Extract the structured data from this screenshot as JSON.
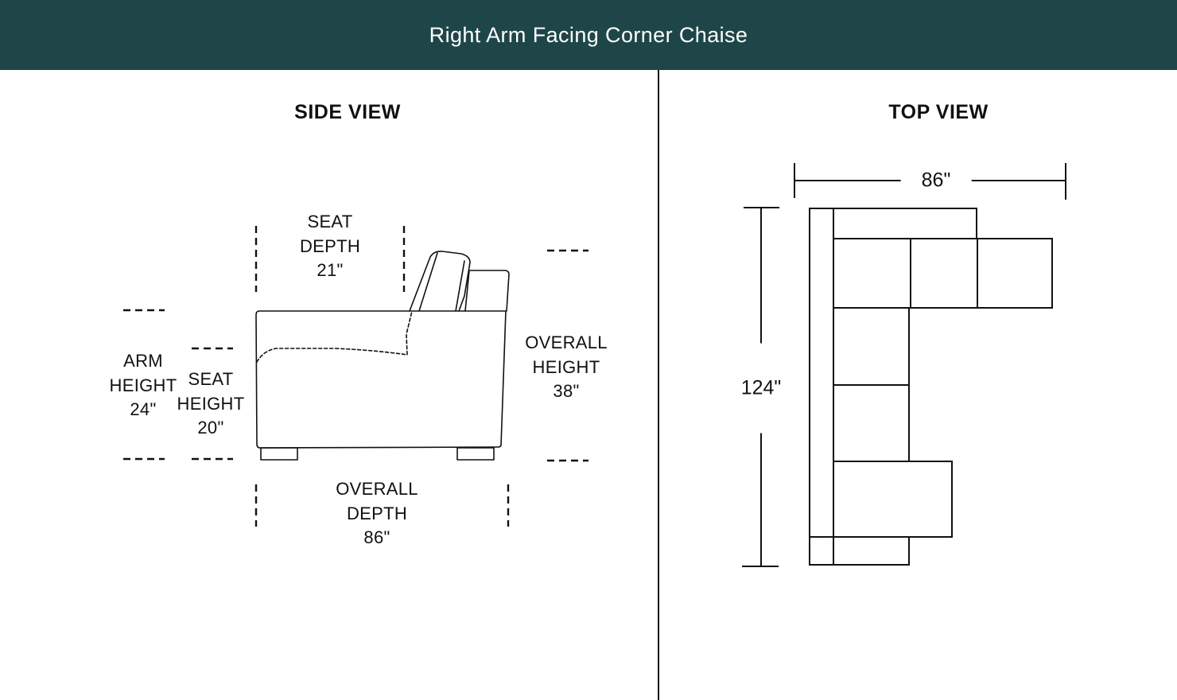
{
  "header": {
    "title": "Right Arm Facing Corner Chaise"
  },
  "colors": {
    "header_bg": "#1e4648",
    "header_text": "#ffffff",
    "line": "#111111"
  },
  "side_view": {
    "title": "SIDE VIEW",
    "seat_depth": {
      "line1": "SEAT",
      "line2": "DEPTH",
      "value": "21\""
    },
    "arm_height": {
      "line1": "ARM",
      "line2": "HEIGHT",
      "value": "24\""
    },
    "seat_height": {
      "line1": "SEAT",
      "line2": "HEIGHT",
      "value": "20\""
    },
    "overall_height": {
      "line1": "OVERALL",
      "line2": "HEIGHT",
      "value": "38\""
    },
    "overall_depth": {
      "line1": "OVERALL",
      "line2": "DEPTH",
      "value": "86\""
    }
  },
  "top_view": {
    "title": "TOP VIEW",
    "width": "86\"",
    "length": "124\""
  }
}
